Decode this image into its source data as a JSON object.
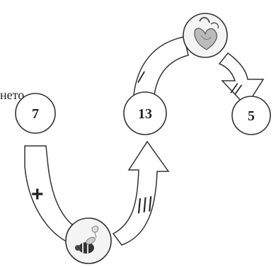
{
  "label_text": "нето.",
  "nodes": {
    "left": {
      "value": "7"
    },
    "middle": {
      "value": "13"
    },
    "right": {
      "value": "5"
    }
  },
  "icons": {
    "top": "heart-drawing-icon",
    "bottom": "bee-flower-drawing-icon"
  },
  "arrows": {
    "left_down": {
      "mark": "+"
    },
    "up_to_middle": {
      "mark": "///"
    },
    "middle_to_top": {
      "mark": "/"
    },
    "top_to_right": {
      "mark": "//"
    }
  }
}
